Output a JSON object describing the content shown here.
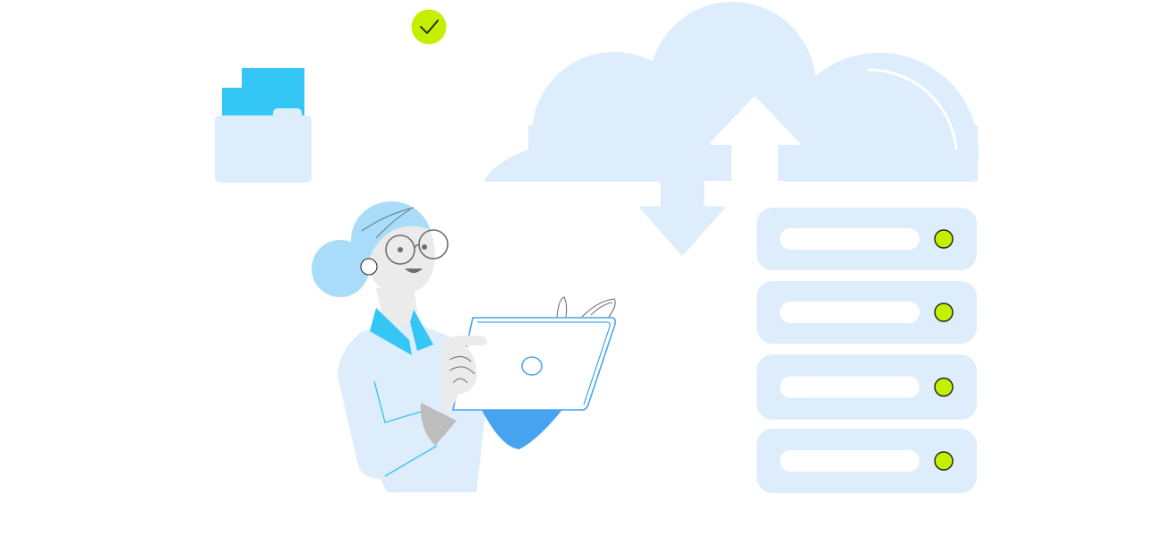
{
  "illustration": {
    "subject": "cloud-storage-sync",
    "colors": {
      "light": "#deedfb",
      "accent_cyan": "#34c6f4",
      "accent_blue": "#47a3f0",
      "check_green": "#c4f000",
      "line": "#1f1f1f",
      "skin": "#ebebeb",
      "skin_shade": "#bdbdbd",
      "white": "#ffffff"
    },
    "server_rack": {
      "units": [
        {
          "status": "online",
          "led_color": "#c4f000"
        },
        {
          "status": "online",
          "led_color": "#c4f000"
        },
        {
          "status": "online",
          "led_color": "#c4f000"
        },
        {
          "status": "online",
          "led_color": "#c4f000"
        }
      ]
    },
    "arrows": [
      "upload-arrow",
      "download-arrow"
    ],
    "badge": {
      "icon": "checkmark-icon"
    }
  }
}
